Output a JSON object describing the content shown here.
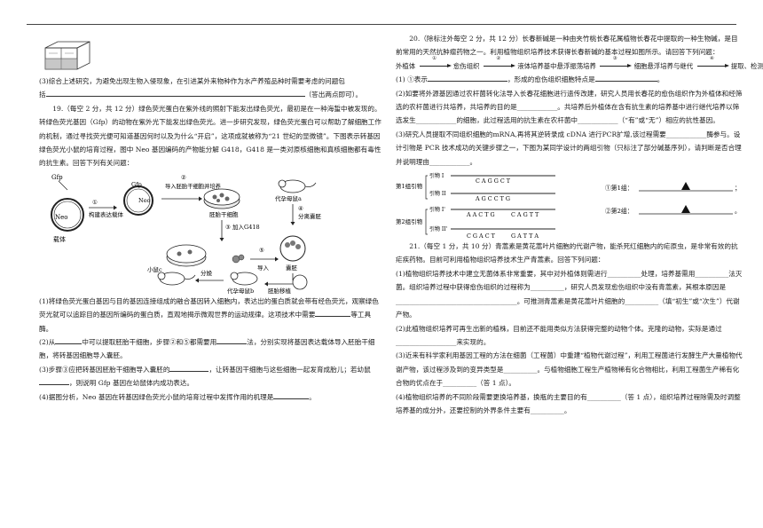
{
  "left": {
    "q18_3_line1": "(3)综合上述研究，为避免出现生物入侵现象，在引进某外来物种作为水产养殖品种时需要考虑的问题包",
    "q18_3_line2_a": "括",
    "q18_3_line2_b": "（答出两点即可）。",
    "q19_p1": "19.（每空 2 分，共 12 分）绿色荧光蛋白在紫外线的照射下能发出绿色荧光，最初是在一种海蜇中被发现的。转绿色荧光基因（Gfp）的动物在紫外光下能发出绿色荧光。进一步研究发现，绿色荧光蛋白可以帮助了解细胞工作的机制，通过寻找荧光便可知道基因何时以及为什么“开启”，这项成就被称为“21 世纪的显微镜”。下图表示转基因绿色荧光小鼠的培育过程，图中 Neo 基因编码的产物能分解 G418，G418 是一类对原核细胞和真核细胞都有毒性的抗生素。回答下列有关问题：",
    "diagram": {
      "gfp": "Gfp",
      "neo": "Neo",
      "gfp2": "Gfp",
      "neo2": "Neo",
      "carrier": "载体",
      "step1_num": "①",
      "step1": "构建表达载体",
      "step2_num": "②",
      "step2": "导入胚胎干细胞并培养",
      "esc": "胚胎干细胞",
      "step3_num": "③",
      "step3": "加入G418",
      "mother_a": "代孕母鼠a",
      "step4_num": "④",
      "step4": "分离囊胚",
      "step5_num": "⑤",
      "import": "导入",
      "blastocyst": "囊胚",
      "transplant": "胚胎移植",
      "mother_b": "代孕母鼠b",
      "birth": "分娩",
      "mouse_c": "小鼠c"
    },
    "q19_1_a": "(1)将绿色荧光蛋白基因与目的基因连接组成的融合基因转入细胞内，表达出的蛋白质就会带有经色荧光，观察绿色荧光就可以追踪目的基因所编码的蛋白质，直观地揭示微观世界的运动规律。这项技术中需要",
    "q19_1_b": "等工具酶。",
    "q19_2_a": "(2)从",
    "q19_2_b": "中可以提取胚胎干细胞，步骤②和⑤都需要用",
    "q19_2_c": "法，分别实现将基因表达载体导入胚胎干细胞，将转基因细胞导入囊胚。",
    "q19_3_a": "(3)步骤③应把转基因胚胎干细胞导入囊胚的",
    "q19_3_b": "，让转基因干细胞与这些细胞一起发育成胎儿；若幼鼠",
    "q19_3_c": "，则说明 Gfp 基因在幼鼠体内成功表达。",
    "q19_4_a": "(4)据图分析，Neo 基因在转基因绿色荧光小鼠的培育过程中发挥作用的机理是",
    "q19_4_b": "。"
  },
  "right": {
    "q20_p1": "20.（除标注外每空 2 分，共 12 分）长春新碱是一种由夹竹桃长春花属植物长春花中提取的一种生物碱，是目前常用的天然抗肿瘤药物之一。利用植物组织培养技术获得长春新碱的基本过程如图所示。请回答下列问题：",
    "flow": {
      "s1": "外植体",
      "n1": "①",
      "s2": "愈伤组织",
      "n2": "②",
      "s3": "液体培养基中悬浮振荡培养",
      "n3": "③",
      "s4": "细胞悬浮培养与继代",
      "n4": "④",
      "s5": "提取、检测"
    },
    "q20_1_a": "(1) ①表示",
    "q20_1_b": "，形成的愈伤组织细胞特点是",
    "q20_1_c": "。",
    "q20_2": "(2)如要将外源基因通过农杆菌转化法导入长春花细胞进行遗传改建，研究人员用长春花的愈伤组织作为外植体和经筛选的农杆菌进行共培养，共培养的目的是____________。共培养后外植体在含有抗生素的培养基中进行继代培养以筛选发生____________的细胞，此过程选用的抗生素在农杆菌中____________（“有”或“无”）相应的抗性基因。",
    "q20_3": "(3)研究人员提取不同组织细胞的mRNA,再将其逆转录成 cDNA 进行PCR扩增,该过程需要____________酶参与。设计引物是 PCR 技术成功的关键步骤之一，下图为某同学设计的两组引物（只标注了部分碱基序列），请判断是否合理并说明理由____________。",
    "primer": {
      "g1": "第1组引物",
      "g2": "第2组引物",
      "p1": "引物 I",
      "p2": "引物 II",
      "p1b": "引物 I'",
      "p2b": "引物 II'",
      "seq1": "C A G G C T",
      "seq2": "A G C C T G",
      "seq3a": "A A C T G",
      "seq3b": "C A G T T",
      "seq4a": "C G A C T",
      "seq4b": "G A T T A",
      "ans1": "①第1组：",
      "ans2": "②第2组：",
      "sep1": "；",
      "sep2": "。"
    },
    "q21_p1": "21.（每空 1 分，共 10 分）青蒿素是黄花蒿叶片细胞的代谢产物，能杀死红细胞内的疟原虫，是非常有效的抗疟疾药物。目前可利用植物组织培养技术生产青蒿素。回答下列问题：",
    "q21_1": "(1)植物组织培养技术中建立无菌体系非常重要，其中对外植体则需进行__________处理，培养基需用__________法灭菌。组织培养过程中获得愈伤组织的过程称为__________，研究人员发现愈伤组织中没有青蒿素，其根本原因是____________________________________。可推测青蒿素是黄花蒿叶片细胞的__________（填“初生”或“次生”）代谢产物。",
    "q21_2": "(2)此植物组织培养可再生出新的植株，目前还不能用类似方法获得完整的动物个体。克隆的动物，实际是通过__________________来实现的。",
    "q21_3": "(3)近来有科学家利用基因工程的方法在细菌（工程菌）中重建“植物代谢过程”，利用工程菌进行发酵生产大量植物代谢产物，该过程涉及到的变异类型是__________。与植物细胞工程生产植物稀有化合物相比，利用工程菌生产稀有化合物的优点在于__________（答 1 点）。",
    "q21_4": "(4)植物组织培养的不同阶段需要更换培养基，换瓶的主要目的有__________（答 1 点），组织培养过程除需及时调整培养基的成分外，还要控制的外界条件主要有__________。"
  }
}
